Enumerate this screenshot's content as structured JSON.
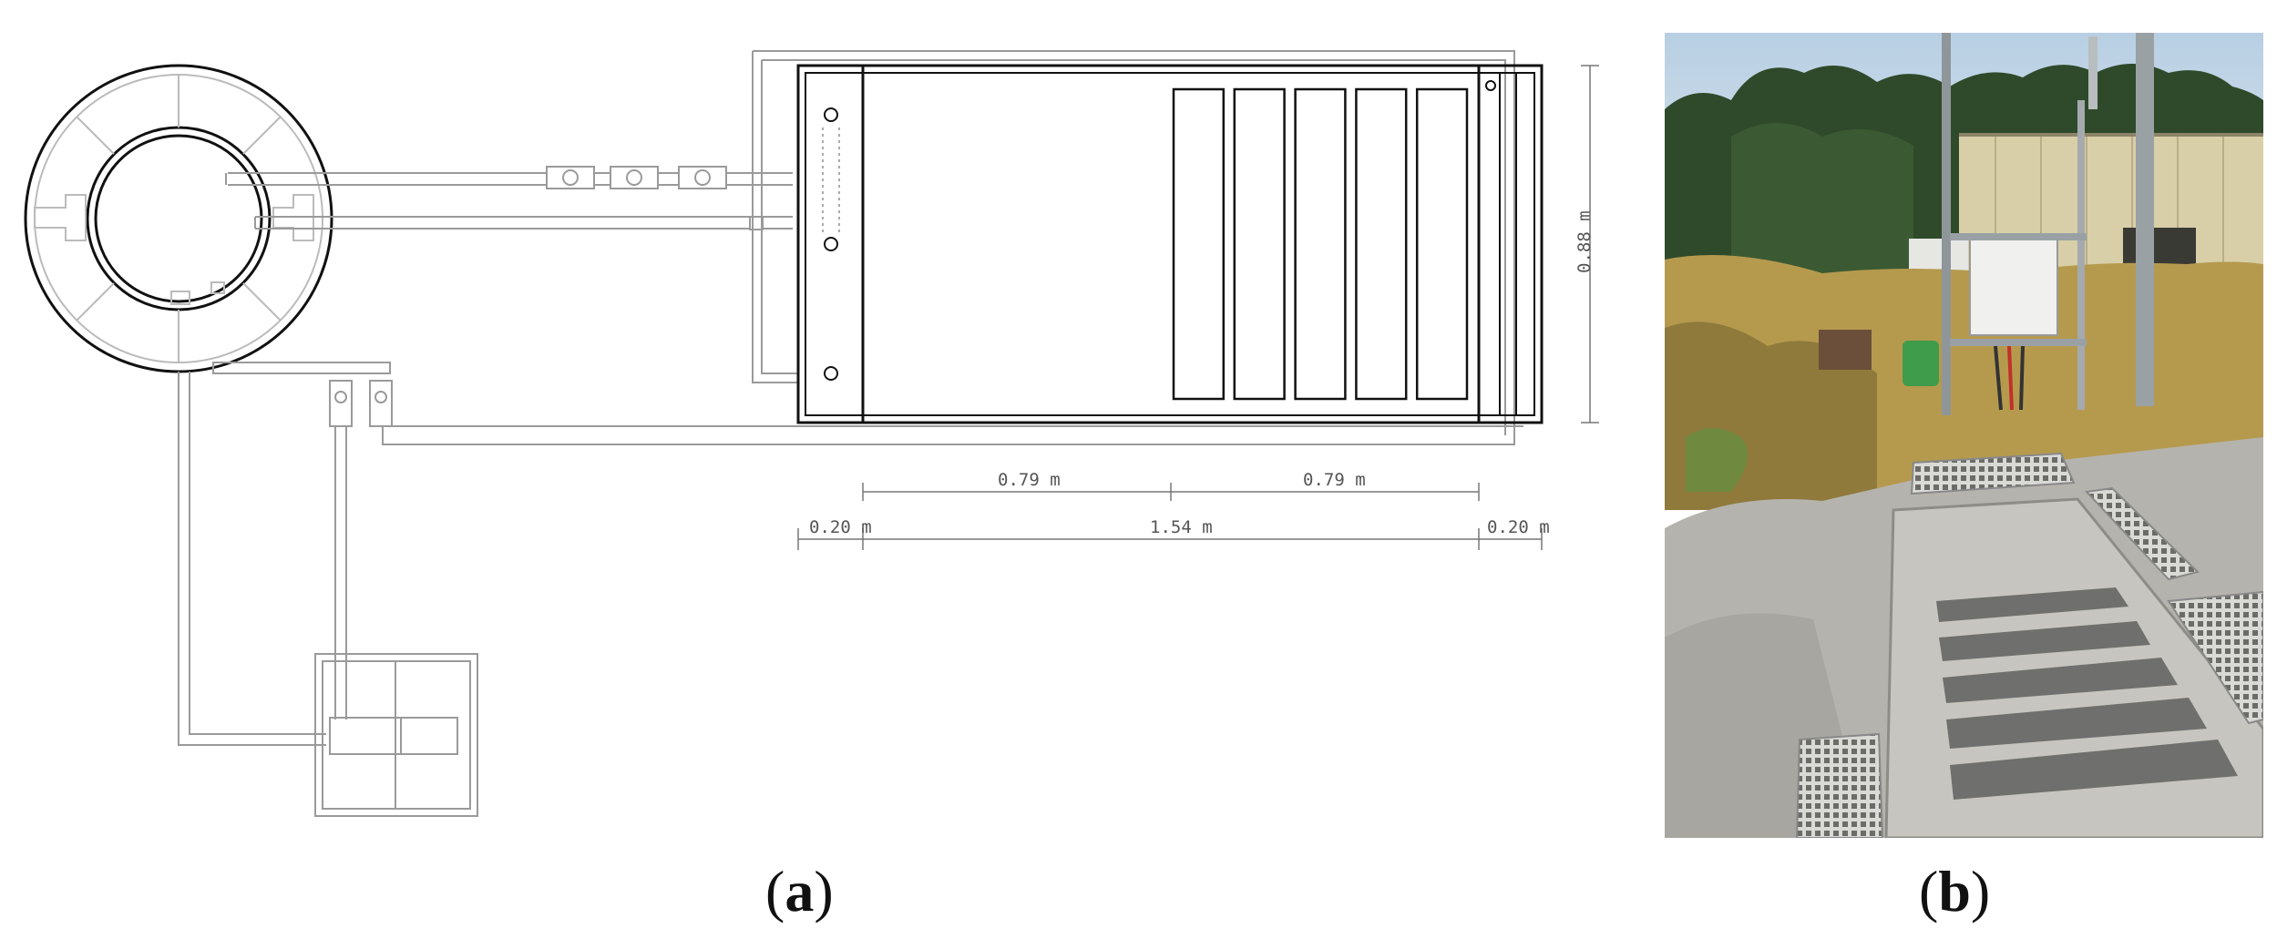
{
  "panel_a": {
    "dimensions": {
      "width_left_half": "0.79 m",
      "width_right_half": "0.79 m",
      "margin_left": "0.20 m",
      "total_inner": "1.54 m",
      "margin_right": "0.20 m",
      "height": "0.88 m"
    },
    "slat_count": 5
  },
  "captions": {
    "a_open": "(",
    "a_letter": "a",
    "a_close": ")",
    "b_open": "(",
    "b_letter": "b",
    "b_close": ")"
  },
  "colors": {
    "drawing_line": "#111111",
    "pipe_line": "#9a9a9a",
    "sky": "#c9d9e8",
    "trees": "#2f4a2a",
    "grass": "#b59a4e",
    "concrete": "#b5b3ad",
    "building": "#d8cfa8"
  }
}
